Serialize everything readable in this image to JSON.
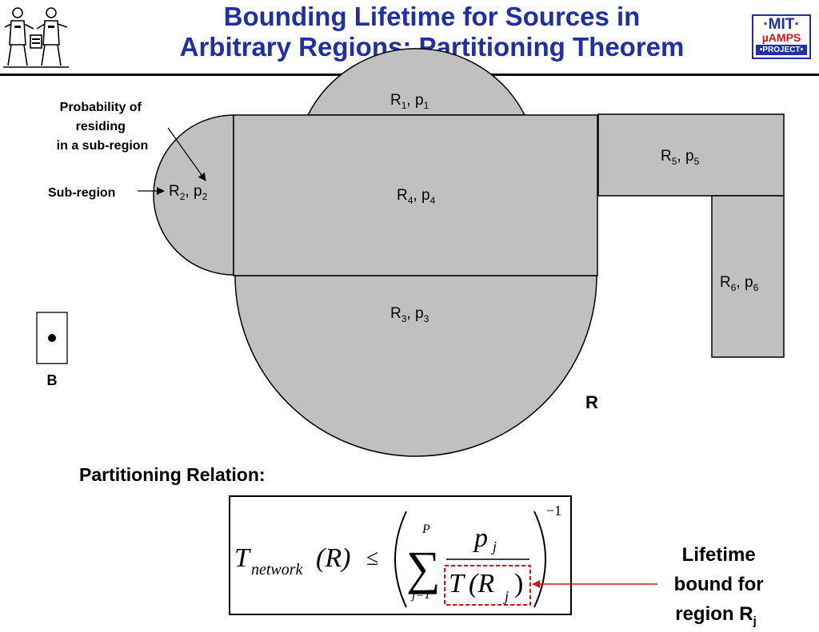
{
  "slide": {
    "title_line1": "Bounding Lifetime for Sources in",
    "title_line2": "Arbitrary Regions: Partitioning Theorem"
  },
  "logo": {
    "line1": "·MIT·",
    "line2": "µAMPS",
    "line3": "•PROJECT•"
  },
  "regions": [
    {
      "name": "R",
      "sub": "1",
      "p": "p",
      "psub": "1"
    },
    {
      "name": "R",
      "sub": "2",
      "p": "p",
      "psub": "2"
    },
    {
      "name": "R",
      "sub": "3",
      "p": "p",
      "psub": "3"
    },
    {
      "name": "R",
      "sub": "4",
      "p": "p",
      "psub": "4"
    },
    {
      "name": "R",
      "sub": "5",
      "p": "p",
      "psub": "5"
    },
    {
      "name": "R",
      "sub": "6",
      "p": "p",
      "psub": "6"
    }
  ],
  "annotations": {
    "probability_line1": "Probability of",
    "probability_line2": "residing",
    "probability_line3": "in a sub-region",
    "subregion": "Sub-region",
    "basestation": "B",
    "region_label": "R"
  },
  "relation": {
    "heading": "Partitioning Relation:",
    "T": "T",
    "network": "network",
    "R_arg": "(R)",
    "leq": "≤",
    "sum_upper": "P",
    "sum_lower": "j=1",
    "numerator_p": "p",
    "numerator_j": "j",
    "denominator_T": "T",
    "denominator_open": "(R",
    "denominator_j": "j",
    "denominator_close": ")",
    "exponent": "−1",
    "sigma": "∑"
  },
  "callout": {
    "line1": "Lifetime",
    "line2": "bound for",
    "line3": "region R",
    "line3_sub": "j"
  },
  "colors": {
    "title": "#1f2fa8",
    "region_fill": "#c0c0c0",
    "callout_arrow": "#d01818"
  }
}
